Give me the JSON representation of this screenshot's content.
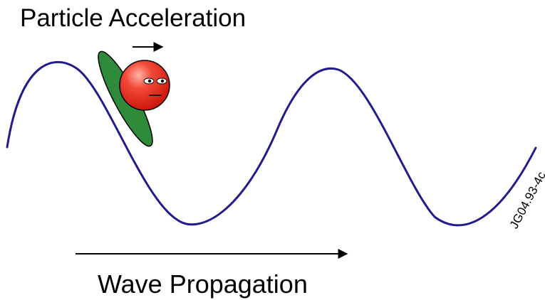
{
  "labels": {
    "title": "Particle Acceleration",
    "propagation": "Wave Propagation",
    "figure_id": "JG04.93-4c"
  },
  "colors": {
    "wave": "#221c8c",
    "surfboard": "#2e8b3a",
    "particle": "#e8241c",
    "particle_highlight": "#ff9a8a",
    "outline": "#000000"
  }
}
